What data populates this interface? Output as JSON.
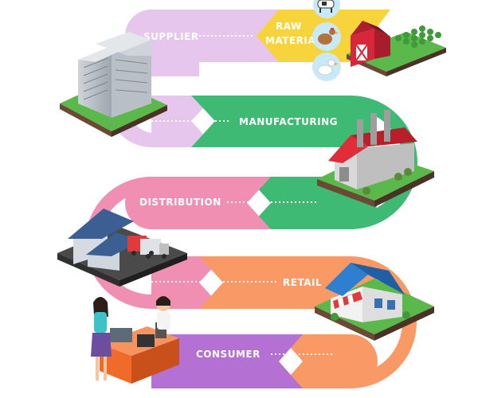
{
  "stages": [
    {
      "id": "supplier",
      "label": "SUPPLIER",
      "color": "#e6c6ec"
    },
    {
      "id": "raw-material",
      "label_line1": "RAW",
      "label_line2": "MATERIAL",
      "color": "#f7d43b"
    },
    {
      "id": "manufacturing",
      "label": "MANUFACTURING",
      "color": "#3fba75"
    },
    {
      "id": "distribution",
      "label": "DISTRIBUTION",
      "color": "#f08fb1"
    },
    {
      "id": "retail",
      "label": "RETAIL",
      "color": "#f99a66"
    },
    {
      "id": "consumer",
      "label": "CONSUMER",
      "color": "#b470d2"
    }
  ],
  "colors": {
    "supplier": "#e6c6ec",
    "raw_material": "#f7d43b",
    "manufacturing": "#3fba75",
    "distribution": "#f08fb1",
    "retail": "#f99a66",
    "consumer": "#b470d2",
    "grass": "#5bb84a",
    "soil": "#6b4a35",
    "barn_red": "#d8263a",
    "factory_red": "#e02d3a",
    "house_blue": "#2f7fd1",
    "shop_awning": "#e03a3a",
    "warehouse_blue": "#3b5f93",
    "counter_orange": "#f06b2a"
  },
  "icons": [
    "cow-icon",
    "chicken-icon",
    "duck-icon"
  ]
}
